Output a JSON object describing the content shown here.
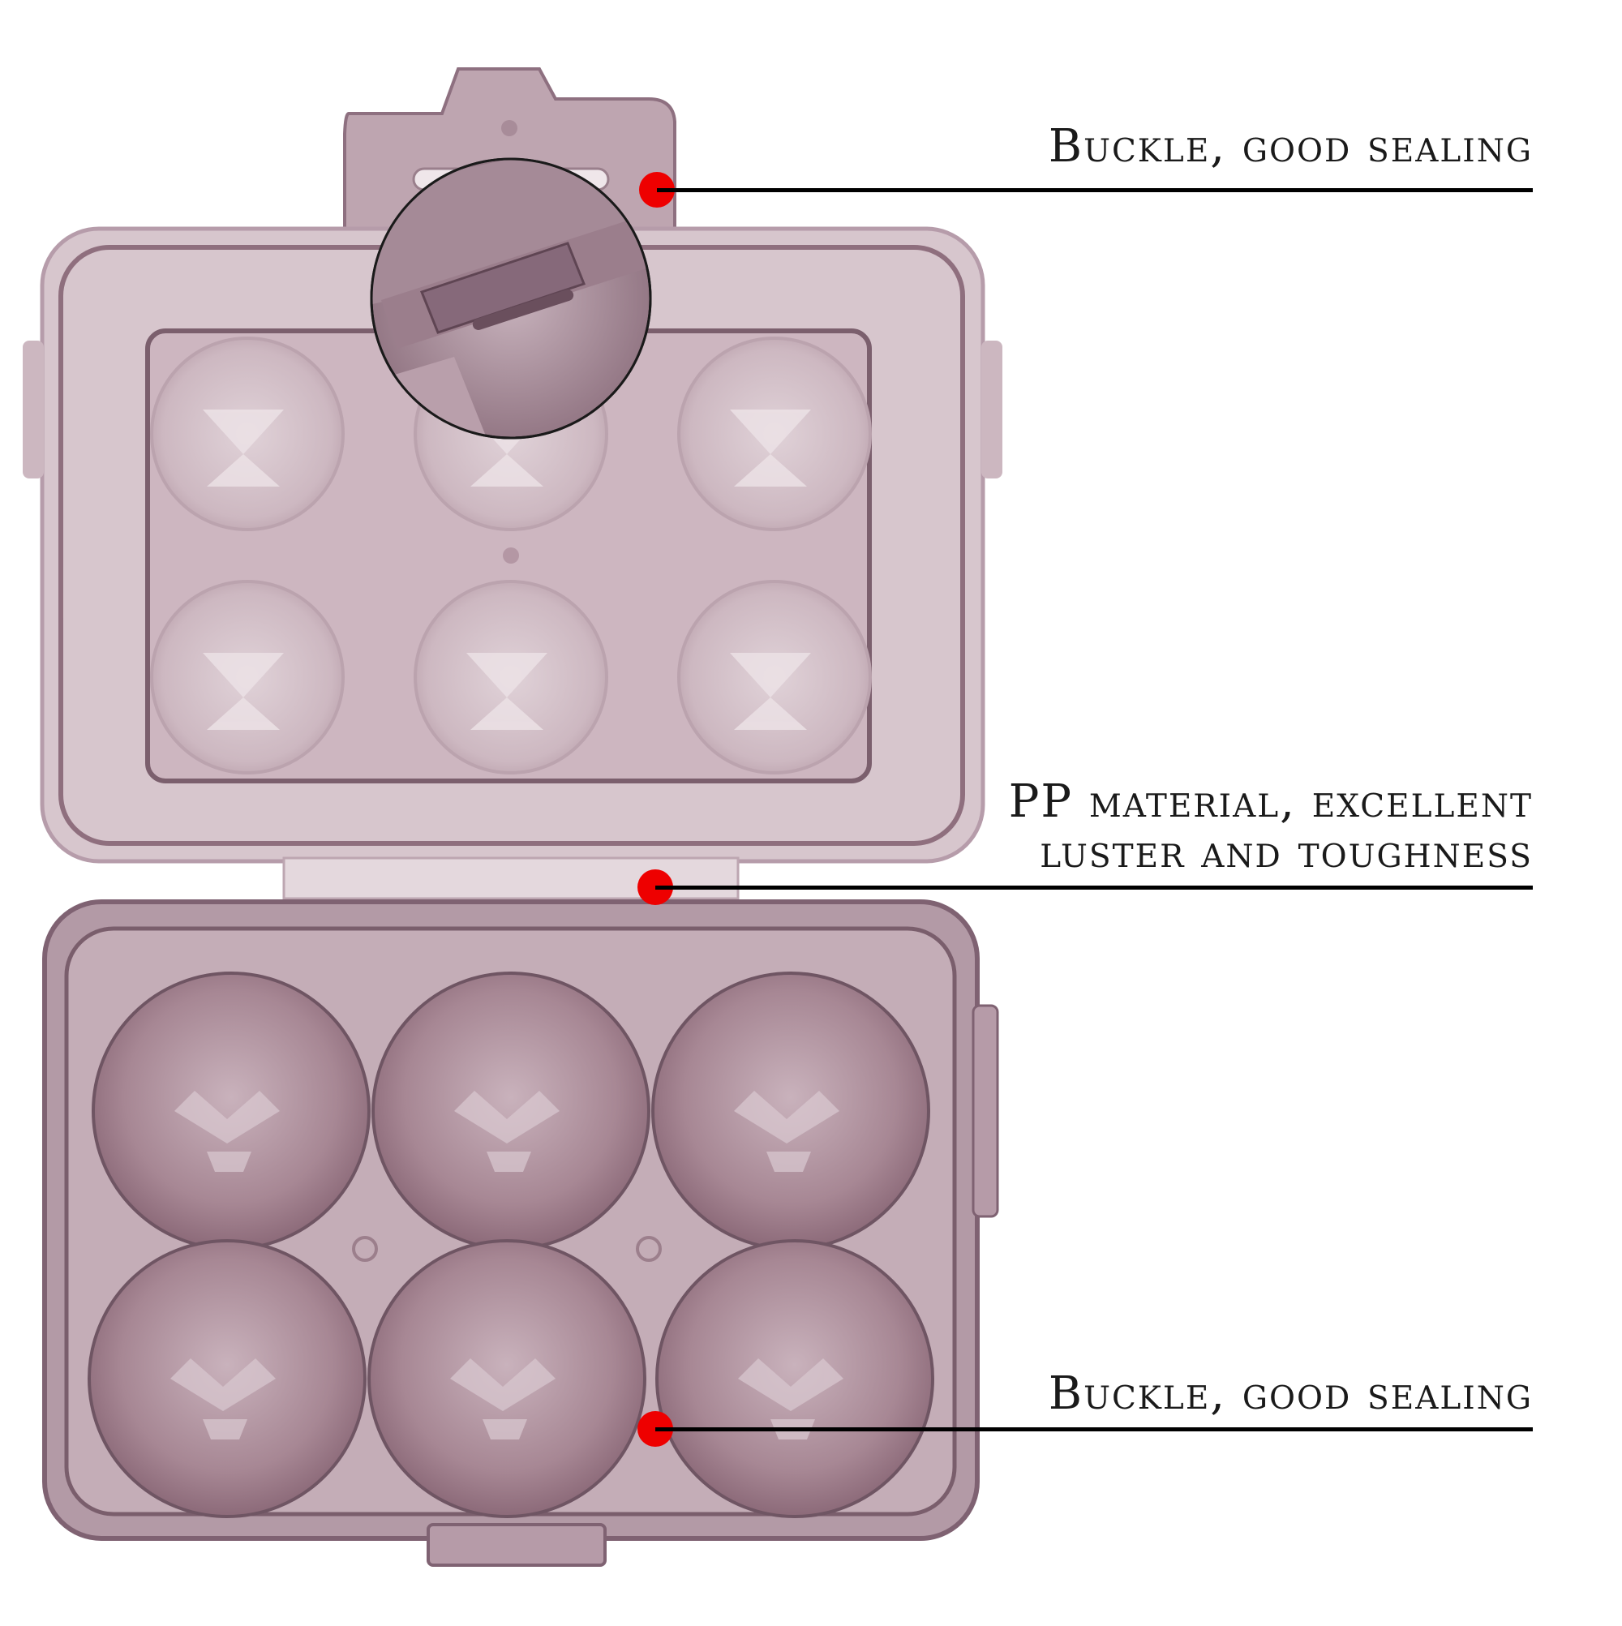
{
  "callouts": [
    {
      "text": "Buckle, good sealing"
    },
    {
      "lines": [
        "PP material, excellent",
        "luster and toughness"
      ]
    },
    {
      "text": "Buckle, good sealing"
    }
  ],
  "colors": {
    "plastic": "#b79aa6",
    "plastic_dark": "#8f6f7d",
    "plastic_edge": "#6d5260",
    "dot": "#ee0000",
    "line": "#000000"
  }
}
